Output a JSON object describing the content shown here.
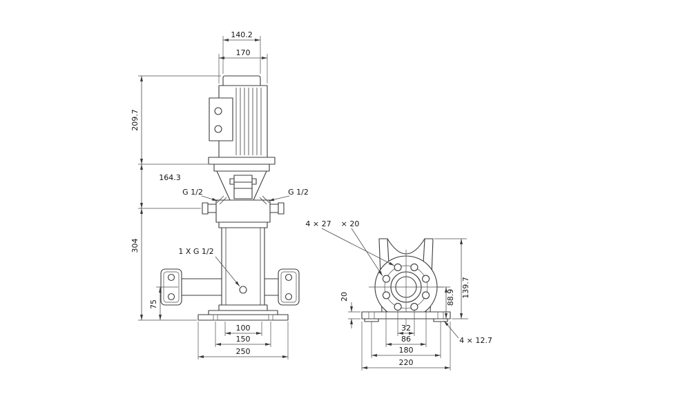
{
  "front_view": {
    "dim_motor_top_width": "140.2",
    "dim_motor_width": "170",
    "dim_motor_height": "209.7",
    "dim_head_length": "164.3",
    "dim_stack_length": "304",
    "dim_port_height": "75",
    "dim_base_inner_width": "100",
    "dim_base_bolt_spacing": "150",
    "dim_base_length": "250",
    "label_gauge_port_left": "G 1/2",
    "label_gauge_port_right": "G 1/2",
    "label_drain_port": "1 X G 1/2"
  },
  "end_view": {
    "note_flange_holes": "4 × 27",
    "note_flange_holes_2": "× 20",
    "dim_plate_thickness": "20",
    "dim_port_center_height": "88.9",
    "dim_bracket_height": "139.7",
    "dim_hole_span_narrow": "32",
    "dim_hole_span_wide": "86",
    "dim_base_bolt_spacing": "180",
    "dim_base_width": "220",
    "note_base_holes": "4 × 12.7"
  }
}
